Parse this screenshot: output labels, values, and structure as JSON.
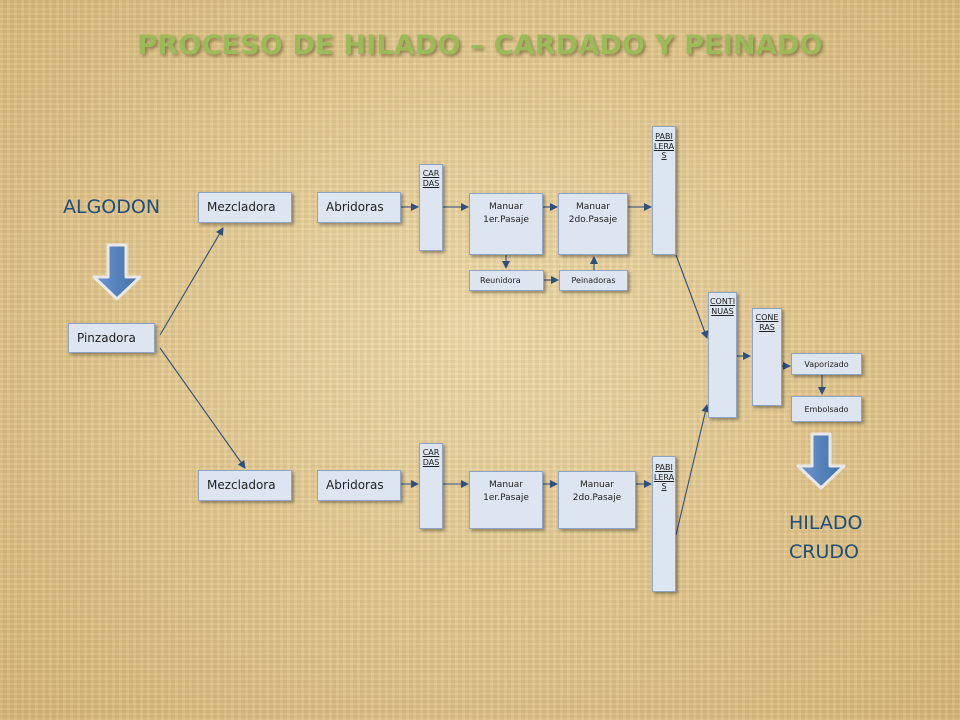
{
  "title": "PROCESO DE HILADO – CARDADO Y PEINADO",
  "input_label": "ALGODON",
  "output_label_line1": "HILADO",
  "output_label_line2": "CRUDO",
  "nodes": {
    "pinzadora": "Pinzadora",
    "mezcladora_top": "Mezcladora",
    "abridoras_top": "Abridoras",
    "cardas_top": "CARDAS",
    "manuar1_top_line1": "Manuar",
    "manuar1_top_line2": "1er.Pasaje",
    "manuar2_top_line1": "Manuar",
    "manuar2_top_line2": "2do.Pasaje",
    "pabileras_top": "PABILERAS",
    "reunidora": "Reunidora",
    "peinadoras": "Peinadoras",
    "mezcladora_bottom": "Mezcladora",
    "abridoras_bottom": "Abridoras",
    "cardas_bottom": "CARDAS",
    "manuar1_bottom_line1": "Manuar",
    "manuar1_bottom_line2": "1er.Pasaje",
    "manuar2_bottom_line1": "Manuar",
    "manuar2_bottom_line2": "2do.Pasaje",
    "pabileras_bottom": "PABILERAS",
    "continuas": "CONTINUAS",
    "coneras": "CONERAS",
    "vaporizado": "Vaporizado",
    "embolsado": "Embolsado"
  },
  "colors": {
    "title": "#9bbb59",
    "labels": "#1f4e79",
    "box_fill": "#dde5f1",
    "connector": "#2f4f7f",
    "big_arrow": "#4f81bd"
  }
}
